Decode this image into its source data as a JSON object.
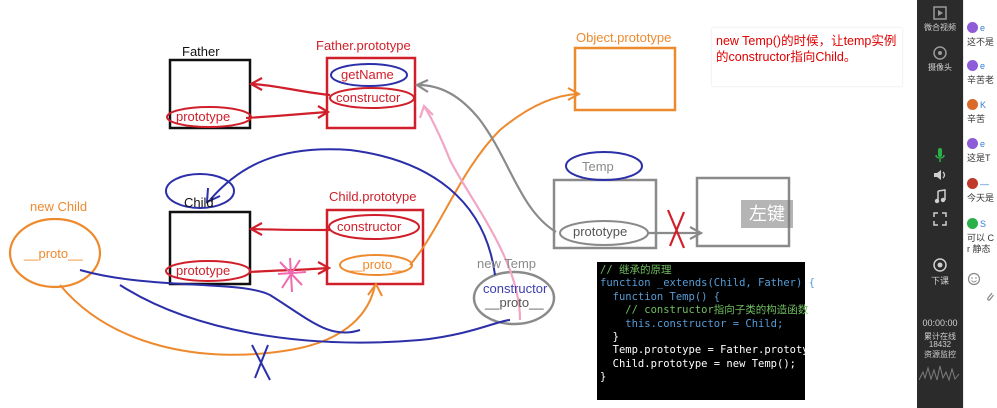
{
  "diagram": {
    "labels": {
      "father": "Father",
      "father_prototype": "Father.prototype",
      "get_name": "getName",
      "father_constructor": "constructor",
      "father_proto_prop": "prototype",
      "object_prototype": "Object.prototype",
      "new_child": "new Child",
      "new_child_proto": "__proto__",
      "child": "Child",
      "child_proto_prop": "prototype",
      "child_prototype": "Child.prototype",
      "child_constructor": "constructor",
      "child_proto_link": "__proto__",
      "temp": "Temp",
      "temp_proto_prop": "prototype",
      "new_temp": "new Temp",
      "new_temp_constructor": "constructor",
      "new_temp_proto": "__proto__"
    },
    "note": "new Temp()的时候，让temp实例的constructor指向Child。",
    "key_hint": "左键",
    "colors": {
      "red": "#d01f2a",
      "blue": "#2b2fa8",
      "orange": "#ee8a2e",
      "gray": "#8a8a8a",
      "pink": "#f2a6c6",
      "black": "#111111"
    }
  },
  "code": [
    "// 继承的原理",
    "function _extends(Child, Father) {",
    "  function Temp() {",
    "    // constructor指向子类的构造函数",
    "    this.constructor = Child;",
    "  }",
    "",
    "  Temp.prototype = Father.prototype;",
    "  Child.prototype = new Temp();",
    "}"
  ],
  "rail": {
    "top_label": "微合视频",
    "camera_label": "摄像头",
    "end_label": "下课",
    "timer": "00:00:00",
    "stat_label": "累计在线",
    "stat_value": "18432",
    "monitor_label": "资源监控"
  },
  "chat": [
    {
      "user": "e",
      "text": "这不是",
      "color": "#8e5bd9"
    },
    {
      "user": "e",
      "text": "辛苦老",
      "color": "#8e5bd9"
    },
    {
      "user": "K",
      "text": "辛苦",
      "color": "#d96a2b"
    },
    {
      "user": "e",
      "text": "这是T",
      "color": "#8e5bd9"
    },
    {
      "user": "—",
      "text": "今天是",
      "color": "#c0392b"
    },
    {
      "user": "S",
      "text": "可以 C",
      "color": "#2bb04a"
    },
    {
      "user": "",
      "text": "r 静态",
      "color": "#ffffff"
    }
  ]
}
